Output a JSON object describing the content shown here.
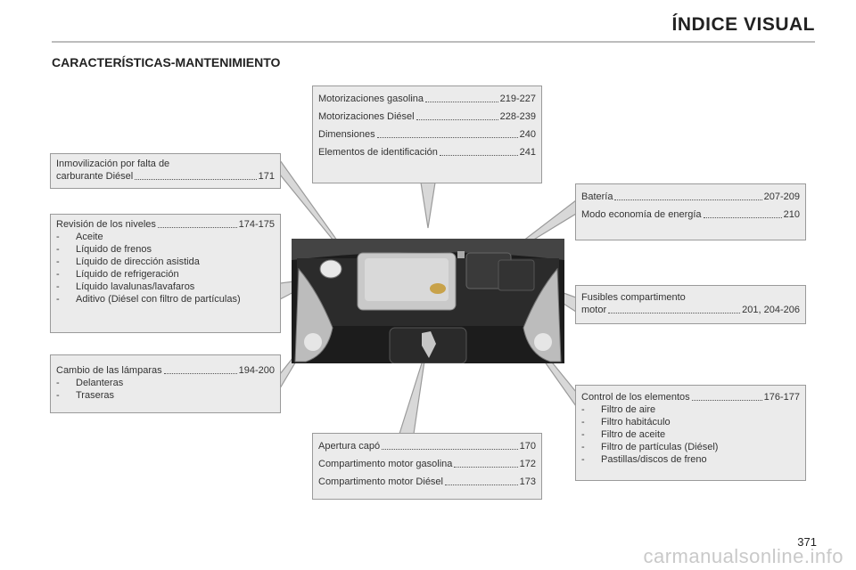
{
  "header": {
    "title": "ÍNDICE VISUAL"
  },
  "section": {
    "title": "CARACTERÍSTICAS-MANTENIMIENTO"
  },
  "boxes": {
    "motorizaciones": {
      "rows": [
        {
          "label": "Motorizaciones gasolina",
          "page": "219-227"
        },
        {
          "label": "Motorizaciones Diésel",
          "page": "228-239"
        },
        {
          "label": "Dimensiones",
          "page": "240"
        },
        {
          "label": "Elementos de identificación",
          "page": "241"
        }
      ]
    },
    "inmovilizacion": {
      "line1": "Inmovilización por falta de",
      "label": "carburante Diésel",
      "page": "171"
    },
    "revision": {
      "label": "Revisión de los niveles",
      "page": "174-175",
      "items": [
        "Aceite",
        "Líquido de frenos",
        "Líquido de dirección asistida",
        "Líquido de refrigeración",
        "Líquido lavalunas/lavafaros",
        "Aditivo (Diésel con filtro de partículas)"
      ]
    },
    "lamparas": {
      "label": "Cambio de las lámparas",
      "page": "194-200",
      "items": [
        "Delanteras",
        "Traseras"
      ]
    },
    "bateria": {
      "rows": [
        {
          "label": "Batería",
          "page": "207-209"
        },
        {
          "label": "Modo economía de energía",
          "page": "210"
        }
      ]
    },
    "fusibles": {
      "line1": "Fusibles compartimento",
      "label": "motor",
      "page": "201, 204-206"
    },
    "control": {
      "label": "Control de los elementos",
      "page": "176-177",
      "items": [
        "Filtro de aire",
        "Filtro habitáculo",
        "Filtro de aceite",
        "Filtro de partículas (Diésel)",
        "Pastillas/discos de freno"
      ]
    },
    "apertura": {
      "rows": [
        {
          "label": "Apertura capó",
          "page": "170"
        },
        {
          "label": "Compartimento motor gasolina",
          "page": "172"
        },
        {
          "label": "Compartimento motor Diésel",
          "page": "173"
        }
      ]
    }
  },
  "dash": "-",
  "page_number": "371",
  "watermark": "carmanualsonline.info",
  "colors": {
    "box_bg": "#ebebeb",
    "box_border": "#9a9a9a",
    "connector": "#9a9a9a"
  }
}
